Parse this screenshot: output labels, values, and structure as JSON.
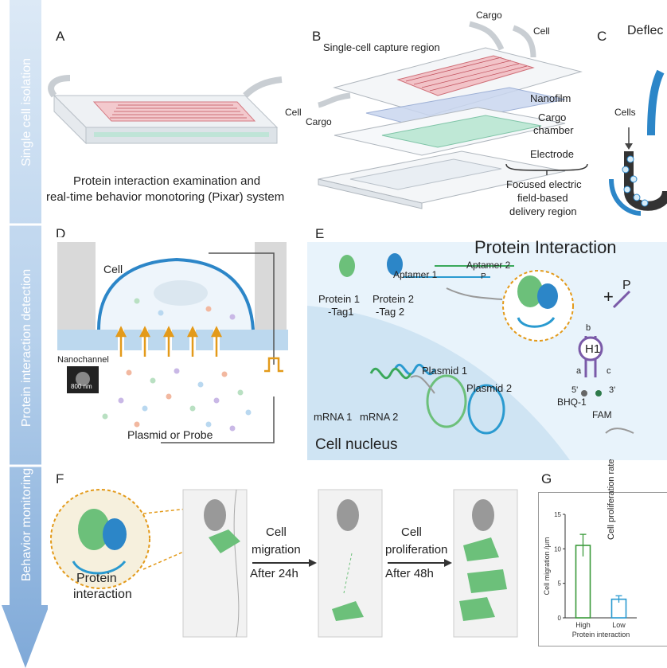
{
  "side_labels": [
    "Single cell isolation",
    "Protein interaction detection",
    "Behavior monitoring"
  ],
  "panels": {
    "A": {
      "letter": "A",
      "caption_line1": "Protein interaction examination and",
      "caption_line2": "real-time behavior monotoring (Pixar) system"
    },
    "B": {
      "letter": "B",
      "single_cell_capture": "Single-cell capture region",
      "cargo_top": "Cargo",
      "cell_top": "Cell",
      "cell_left": "Cell",
      "cargo_left": "Cargo",
      "nanofilm": "Nanofilm",
      "cargo_chamber_1": "Cargo",
      "cargo_chamber_2": "chamber",
      "electrode": "Electrode",
      "focused_1": "Focused electric",
      "focused_2": "field-based",
      "focused_3": "delivery region"
    },
    "C": {
      "letter": "C",
      "title": "Deflec",
      "cells": "Cells"
    },
    "D": {
      "letter": "D",
      "cell": "Cell",
      "nanochannel": "Nanochannel",
      "scale": "800 nm",
      "plasmid_probe": "Plasmid or Probe"
    },
    "E": {
      "letter": "E",
      "title": "Protein Interaction",
      "aptamer1": "Aptamer 1",
      "aptamer2": "Aptamer 2",
      "p_small": "P",
      "protein1_a": "Protein 1",
      "protein1_b": "-Tag1",
      "protein2_a": "Protein 2",
      "protein2_b": "-Tag 2",
      "plus": "+",
      "p_big": "P",
      "h1": "H1",
      "a": "a",
      "b": "b",
      "c": "c",
      "five": "5'",
      "three": "3'",
      "bhq": "BHQ-1",
      "fam": "FAM",
      "plasmid1": "Plasmid 1",
      "plasmid2": "Plasmid 2",
      "mrna1": "mRNA 1",
      "mrna2": "mRNA 2",
      "nucleus": "Cell nucleus"
    },
    "F": {
      "letter": "F",
      "protein": "Protein",
      "interaction": "interaction",
      "cell1": "Cell",
      "migration": "migration",
      "after24": "After 24h",
      "cell2": "Cell",
      "proliferation": "proliferation",
      "after48": "After 48h"
    },
    "G": {
      "letter": "G",
      "second_ylabel": "Cell proliferation rate"
    }
  },
  "chart_data": {
    "type": "bar",
    "categories": [
      "High",
      "Low"
    ],
    "values": [
      10.5,
      2.7
    ],
    "errors": [
      1.6,
      0.5
    ],
    "xlabel": "Protein interaction",
    "ylabel": "Cell migration /μm",
    "ylim": [
      0,
      15
    ],
    "yticks": [
      "0",
      "5",
      "10",
      "15"
    ],
    "colors": [
      "#3a9a3a",
      "#2a9ad0"
    ]
  },
  "colors": {
    "sidebar_blue": "#b8d4ee",
    "cell_blue": "#2c86c8",
    "green": "#3aa85a",
    "orange": "#e39a1a",
    "light_bg_E": "#e8f3fb"
  }
}
